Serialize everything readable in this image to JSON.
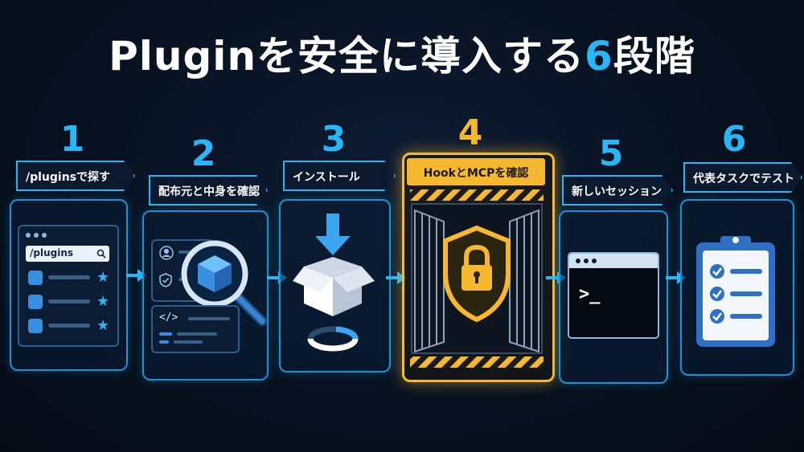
{
  "title": {
    "main": "Pluginを安全に導入する",
    "number": "6",
    "suffix": "段階"
  },
  "steps": [
    {
      "number": "1",
      "label": "/pluginsで探す"
    },
    {
      "number": "2",
      "label": "配布元と中身を確認"
    },
    {
      "number": "3",
      "label": "インストール"
    },
    {
      "number": "4",
      "label": "HookとMCPを確認"
    },
    {
      "number": "5",
      "label": "新しいセッション"
    },
    {
      "number": "6",
      "label": "代表タスクでテスト"
    }
  ],
  "step1": {
    "search_value": "/plugins",
    "icons": [
      "search-icon",
      "star-icon"
    ]
  },
  "step2": {
    "code_tag": "</>",
    "icons": [
      "user-icon",
      "shield-icon",
      "magnifier-icon",
      "package-icon"
    ]
  },
  "step3": {
    "icons": [
      "download-arrow-icon",
      "open-box-icon",
      "progress-ring-icon"
    ]
  },
  "step4": {
    "icons": [
      "gate-icon",
      "lock-shield-icon"
    ]
  },
  "step5": {
    "prompt": ">_",
    "icons": [
      "terminal-icon"
    ]
  },
  "step6": {
    "icons": [
      "clipboard-checklist-icon",
      "check-icon"
    ]
  },
  "colors": {
    "accent": "#29b6f6",
    "highlight": "#f5b82e",
    "background": "#07111f"
  }
}
